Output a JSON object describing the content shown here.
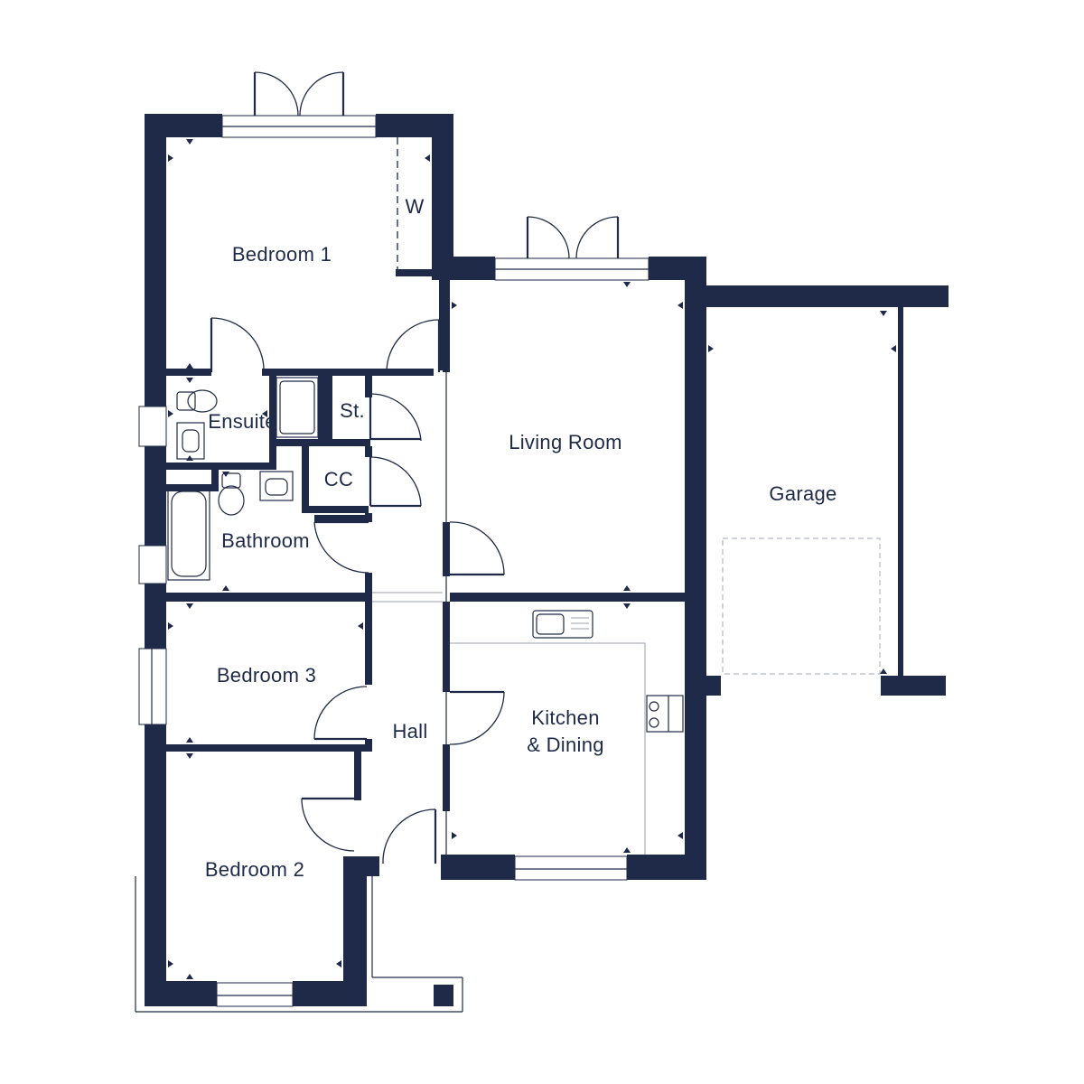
{
  "floorplan": {
    "rooms": {
      "bedroom1": "Bedroom 1",
      "wardrobe": "W",
      "ensuite": "Ensuite",
      "store": "St.",
      "cupboard": "CC",
      "bathroom": "Bathroom",
      "living_room": "Living Room",
      "garage": "Garage",
      "bedroom3": "Bedroom 3",
      "hall": "Hall",
      "kitchen_line1": "Kitchen",
      "kitchen_line2": "& Dining",
      "bedroom2": "Bedroom 2"
    },
    "colors": {
      "wall": "#1e2a47",
      "background": "#ffffff"
    }
  }
}
